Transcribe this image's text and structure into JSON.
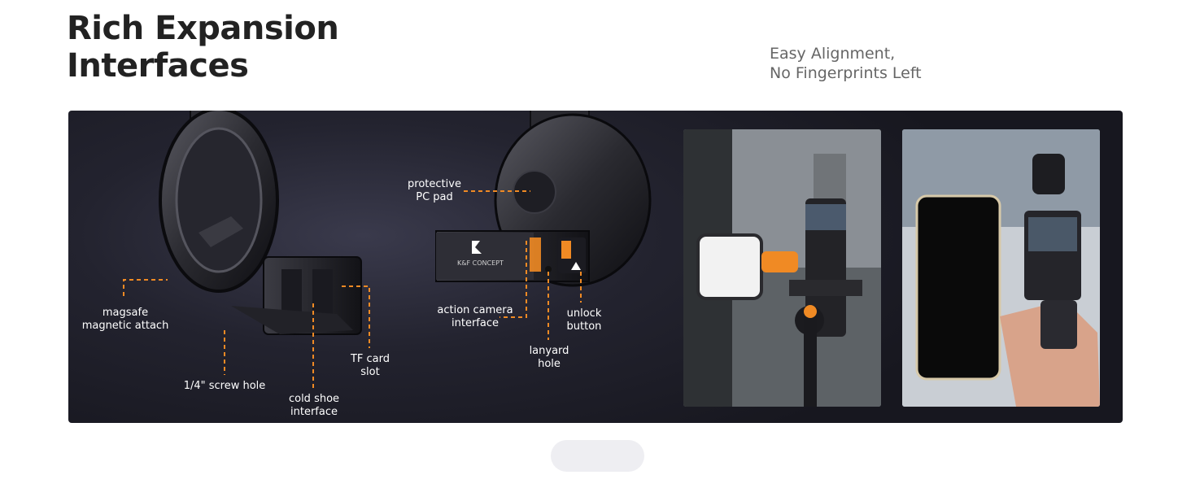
{
  "heading": {
    "line1": "Rich Expansion",
    "line2": "Interfaces"
  },
  "tagline": {
    "line1": "Easy Alignment,",
    "line2": "No Fingerprints Left"
  },
  "labels": {
    "magsafe": [
      "magsafe",
      "magnetic attach"
    ],
    "screw_hole": [
      "1/4\" screw hole"
    ],
    "cold_shoe": [
      "cold shoe",
      "interface"
    ],
    "tf_card": [
      "TF card",
      "slot"
    ],
    "protective": [
      "protective",
      "PC pad"
    ],
    "action_camera": [
      "action camera",
      "interface"
    ],
    "lanyard": [
      "lanyard",
      "hole"
    ],
    "unlock": [
      "unlock",
      "button"
    ]
  },
  "brand_text": "K&F CONCEPT",
  "colors": {
    "accent": "#f08a24",
    "banner_dark": "#1b1b24",
    "heading": "#222222",
    "tagline": "#666666"
  },
  "icons": [
    "magnet-ring-icon",
    "kf-logo-icon",
    "scroll-pill"
  ]
}
